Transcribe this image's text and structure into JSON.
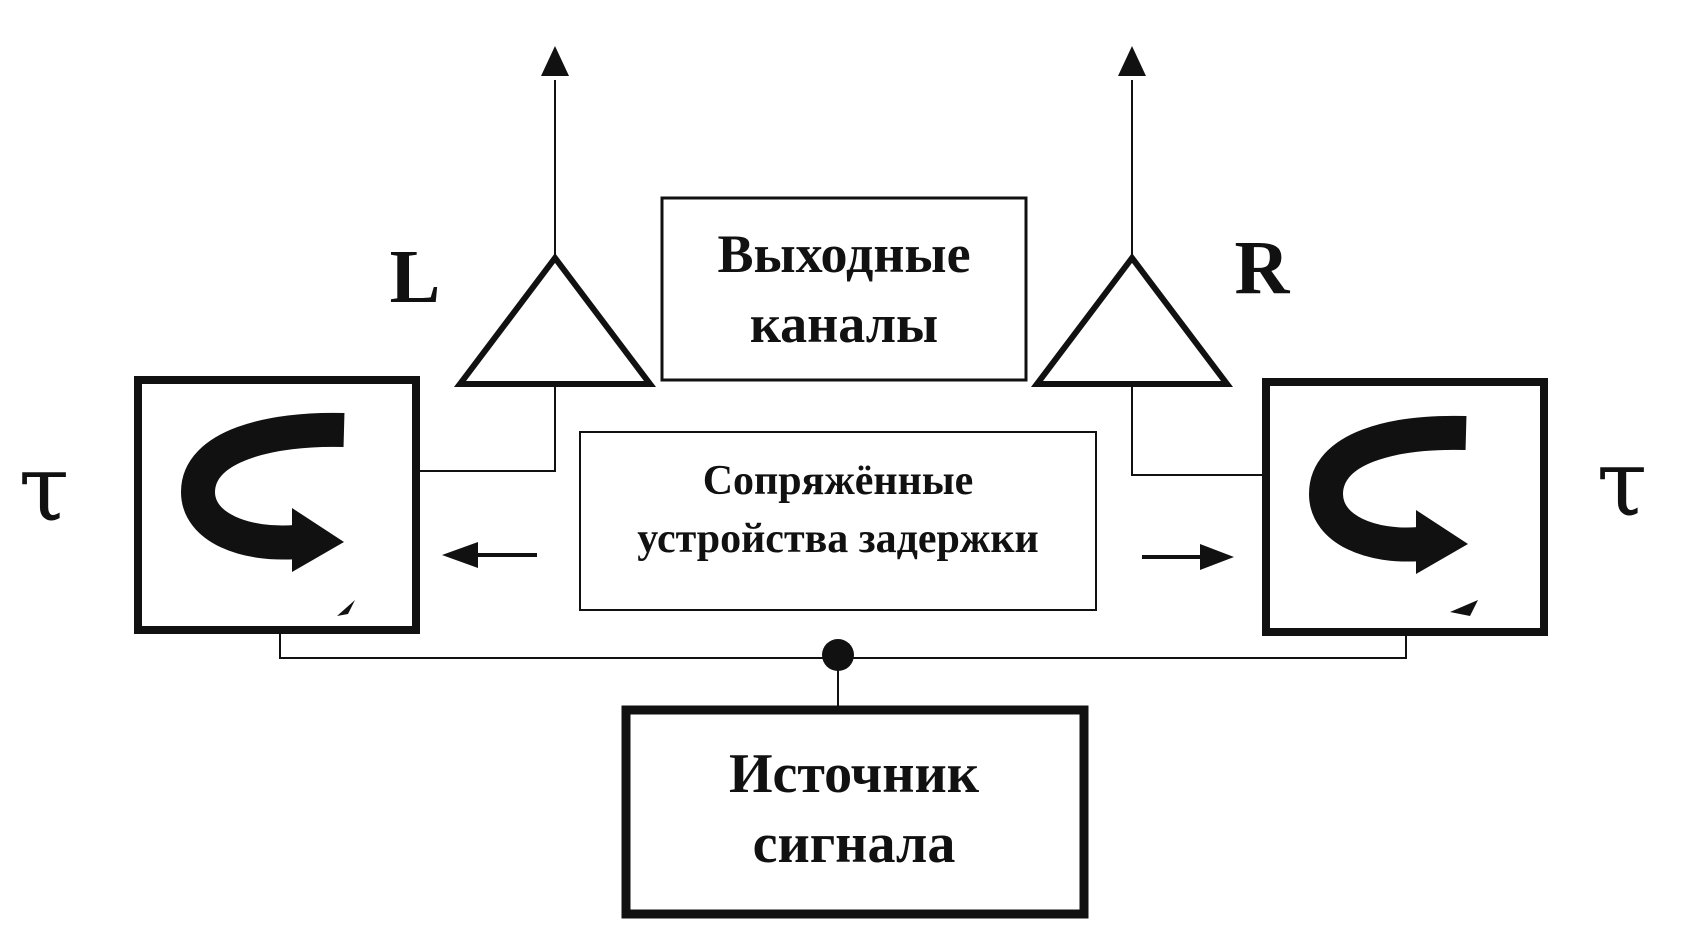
{
  "output_channels": {
    "line1": "Выходные",
    "line2": "каналы"
  },
  "delay_devices": {
    "line1": "Сопряжённые",
    "line2": "устройства задержки"
  },
  "signal_source": {
    "line1": "Источник",
    "line2": "сигнала"
  },
  "left_channel_label": "L",
  "right_channel_label": "R",
  "left_delay_symbol": "τ",
  "right_delay_symbol": "τ",
  "icons": {
    "amplifier": "triangle-amplifier-icon",
    "output": "arrow-up-icon",
    "delay": "curved-arrow-icon",
    "junction": "junction-dot-icon"
  },
  "colors": {
    "ink": "#111111",
    "background": "#ffffff"
  }
}
